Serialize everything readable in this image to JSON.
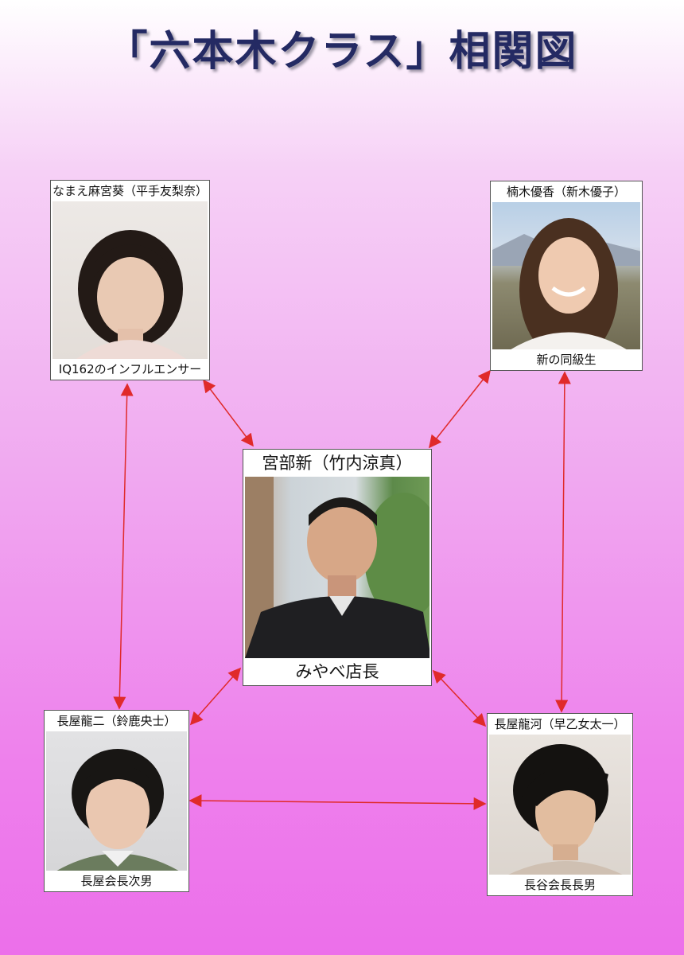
{
  "title": "「六本木クラス」相関図",
  "colors": {
    "title": "#242a63",
    "arrow": "#e02a2a"
  },
  "people": {
    "center": {
      "name": "宮部新（竹内涼真）",
      "role": "みやべ店長"
    },
    "top_left": {
      "name": "なまえ麻宮葵（平手友梨奈）",
      "role": "IQ162のインフルエンサー"
    },
    "top_right": {
      "name": "楠木優香（新木優子）",
      "role": "新の同級生"
    },
    "bottom_left": {
      "name": "長屋龍二（鈴鹿央士）",
      "role": "長屋会長次男"
    },
    "bottom_right": {
      "name": "長屋龍河（早乙女太一）",
      "role": "長谷会長長男"
    }
  }
}
